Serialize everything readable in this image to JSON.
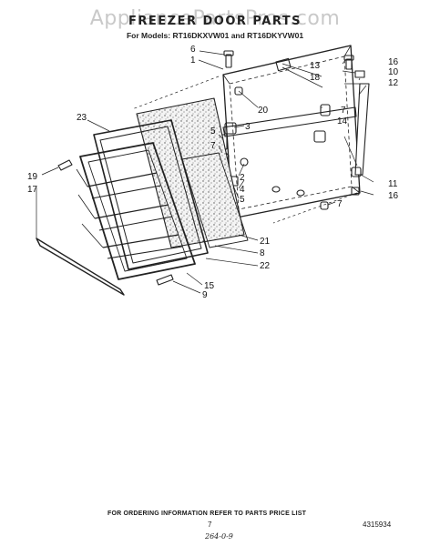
{
  "watermark": "AppliancePartsPros.com",
  "title": "FREEZER DOOR PARTS",
  "models_line": "For Models: RT16DKXVW01 and RT16DKYVW01",
  "callouts": {
    "c1": "1",
    "c2": "2",
    "c3": "3",
    "c4": "4",
    "c5a": "5",
    "c5b": "5",
    "c6": "6",
    "c7a": "7",
    "c7b": "7",
    "c8": "8",
    "c9": "9",
    "c10": "10",
    "c11": "11",
    "c12": "12",
    "c13": "13",
    "c14": "14",
    "c15": "15",
    "c16a": "16",
    "c16b": "16",
    "c17": "17",
    "c18": "18",
    "c19": "19",
    "c20": "20",
    "c21": "21",
    "c22": "22",
    "c23": "23"
  },
  "footer": {
    "ordering_note": "FOR ORDERING INFORMATION REFER TO PARTS PRICE LIST",
    "page_number": "7",
    "part_number": "4315934",
    "handwritten": "264-0-9"
  }
}
